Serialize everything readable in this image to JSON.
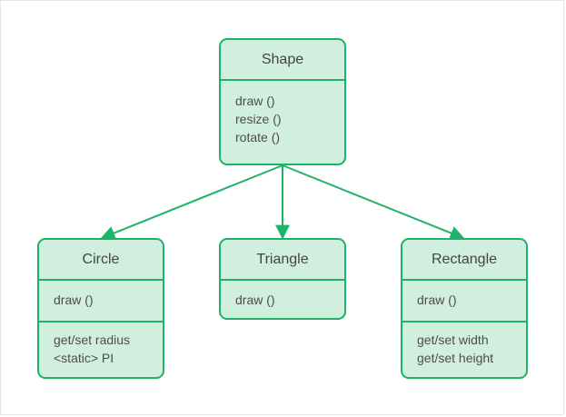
{
  "colors": {
    "stroke": "#1db368",
    "fill": "#d1efdf",
    "text": "#4d4d4d"
  },
  "classes": {
    "shape": {
      "name": "Shape",
      "methods": [
        "draw ()",
        "resize ()",
        "rotate ()"
      ]
    },
    "circle": {
      "name": "Circle",
      "methods": [
        "draw ()"
      ],
      "properties": [
        "get/set radius",
        "<static> PI"
      ]
    },
    "triangle": {
      "name": "Triangle",
      "methods": [
        "draw ()"
      ]
    },
    "rectangle": {
      "name": "Rectangle",
      "methods": [
        "draw ()"
      ],
      "properties": [
        "get/set width",
        "get/set height"
      ]
    }
  },
  "relations": [
    {
      "from": "shape",
      "to": "circle"
    },
    {
      "from": "shape",
      "to": "triangle"
    },
    {
      "from": "shape",
      "to": "rectangle"
    }
  ]
}
